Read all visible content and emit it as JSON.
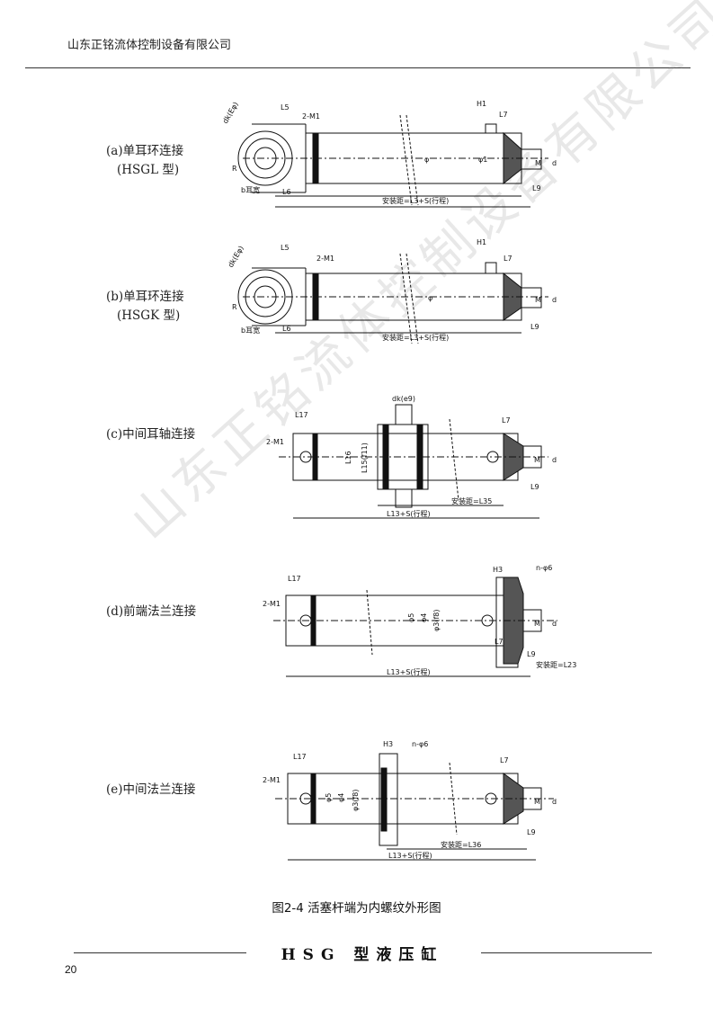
{
  "header": {
    "company": "山东正铭流体控制设备有限公司"
  },
  "watermark": "山东正铭流体控制设备有限公司",
  "figures": [
    {
      "label": "(a)单耳环连接",
      "sublabel": "(HSGL 型)",
      "dims": {
        "l5": "L5",
        "m1": "2-M1",
        "dk": "dk(Eφ)",
        "h1": "H1",
        "l7": "L7",
        "r": "R",
        "b": "b耳宽",
        "l6": "L6",
        "phi": "φ",
        "d1": "φ1",
        "l9": "L9",
        "m": "M",
        "d": "d",
        "install": "安装距=L3+S(行程)"
      }
    },
    {
      "label": "(b)单耳环连接",
      "sublabel": "(HSGK 型)",
      "dims": {
        "l5": "L5",
        "m1": "2-M1",
        "dk": "dk(Eφ)",
        "h1": "H1",
        "l7": "L7",
        "r": "R",
        "b": "b耳宽",
        "l6": "L6",
        "phi": "φ",
        "l9": "L9",
        "m": "M",
        "d": "d",
        "install": "安装距=L3+S(行程)"
      }
    },
    {
      "label": "(c)中间耳轴连接",
      "dims": {
        "l17": "L17",
        "m1": "2-M1",
        "dk": "dk(e9)",
        "l16": "L16",
        "l15": "L15(f11)",
        "l7": "L7",
        "l9": "L9",
        "m": "M",
        "d": "d",
        "install": "安装距=L35",
        "total": "L13+S(行程)"
      }
    },
    {
      "label": "(d)前端法兰连接",
      "dims": {
        "l17": "L17",
        "m1": "2-M1",
        "h3": "H3",
        "n6": "n-φ6",
        "d5": "φ5",
        "d4": "φ4",
        "d3": "φ3(f8)",
        "l7": "L7",
        "l9": "L9",
        "m": "M",
        "d": "d",
        "install": "安装距=L23",
        "total": "L13+S(行程)"
      }
    },
    {
      "label": "(e)中间法兰连接",
      "dims": {
        "l17": "L17",
        "m1": "2-M1",
        "h3": "H3",
        "n6": "n-φ6",
        "d5": "φ5",
        "d4": "φ4",
        "d3": "φ3(f8)",
        "l7": "L7",
        "l9": "L9",
        "m": "M",
        "d": "d",
        "install": "安装距=L36",
        "total": "L13+S(行程)"
      }
    }
  ],
  "caption": "图2-4 活塞杆端为内螺纹外形图",
  "footer": {
    "title": "HSG 型液压缸",
    "page_number": "20"
  }
}
